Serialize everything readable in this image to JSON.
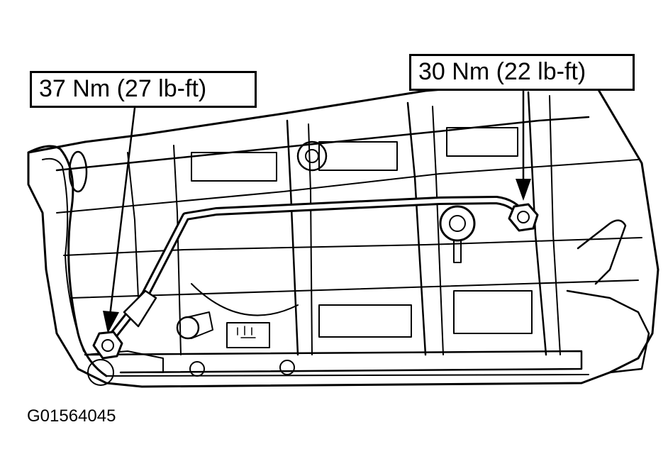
{
  "callouts": {
    "left_torque": "37 Nm (27 lb-ft)",
    "right_torque": "30 Nm (22 lb-ft)"
  },
  "figure_id": "G01564045"
}
